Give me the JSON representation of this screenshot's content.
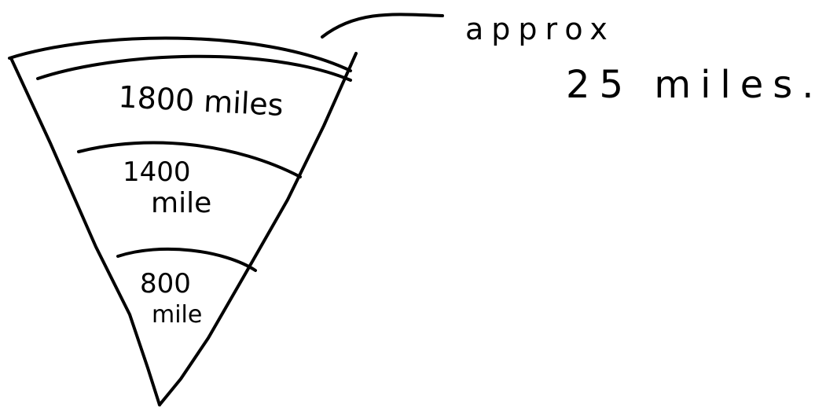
{
  "labels": {
    "crust_thickness_top": "approx",
    "crust_thickness_bottom": "25 miles.",
    "layer1_top": "1800 miles",
    "layer2_top": "1400",
    "layer2_bottom": "mile",
    "layer3_top": "800",
    "layer3_bottom": "mile"
  },
  "colors": {
    "ink": "#000000",
    "paper": "#ffffff"
  }
}
